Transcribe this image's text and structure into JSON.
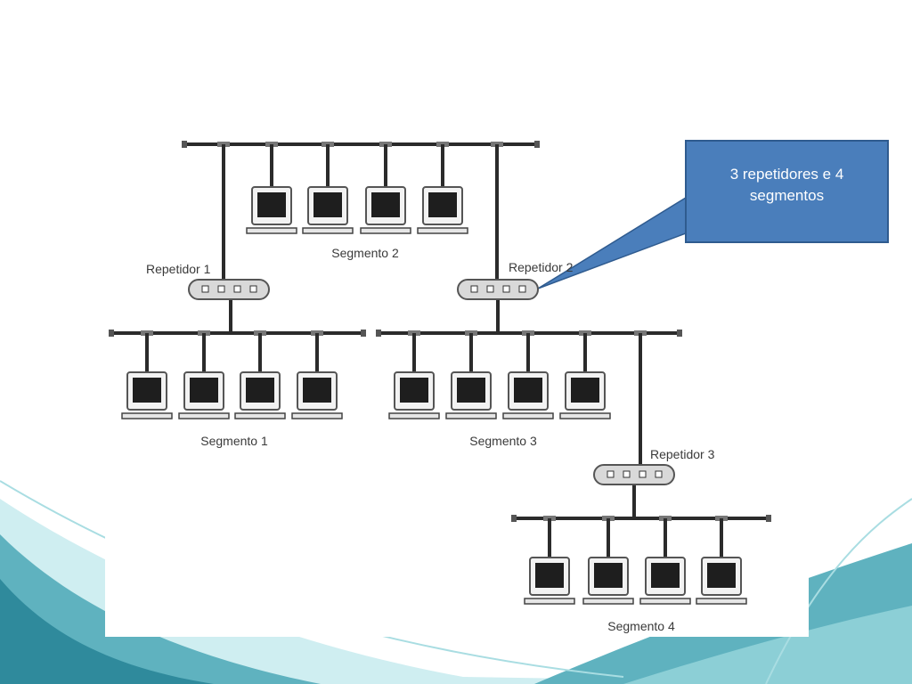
{
  "callout": {
    "lines": [
      "3 repetidores e 4",
      "segmentos"
    ],
    "fill_color": "#4a7ebb",
    "border_color": "#2f5b8f"
  },
  "segments": [
    {
      "label": "Segmento 1",
      "computers": 4
    },
    {
      "label": "Segmento 2",
      "computers": 4
    },
    {
      "label": "Segmento 3",
      "computers": 4
    },
    {
      "label": "Segmento 4",
      "computers": 4
    }
  ],
  "repeaters": [
    {
      "label": "Repetidor 1"
    },
    {
      "label": "Repetidor 2"
    },
    {
      "label": "Repetidor 3"
    }
  ],
  "colors": {
    "cable": "#2b2b2b",
    "repeater_fill": "#d9d9d9",
    "screen": "#1e1e1e",
    "swoosh_dark": "#2f8a9c",
    "swoosh_light": "#8ccfd6"
  }
}
